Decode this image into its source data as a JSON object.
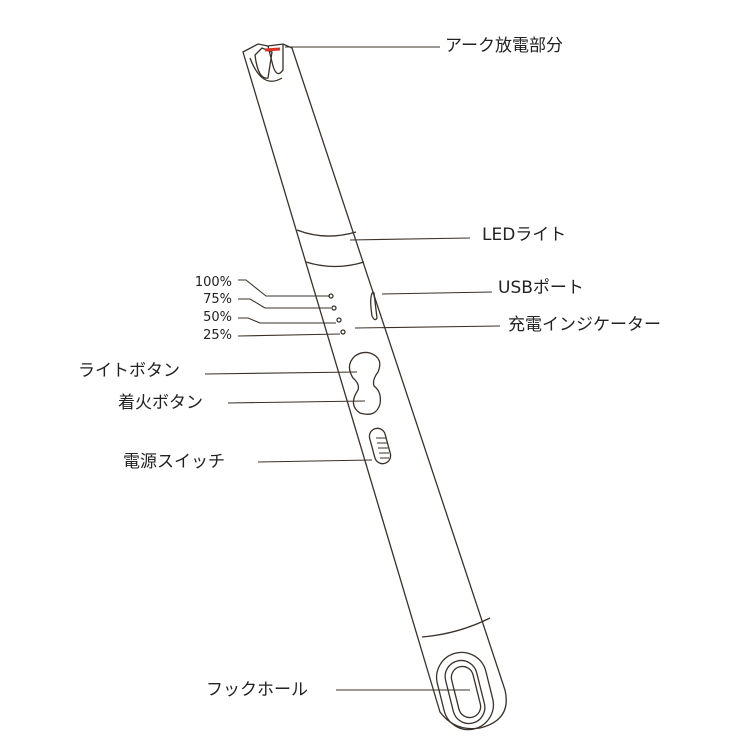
{
  "labels": {
    "arc": "アーク放電部分",
    "led": "LEDライト",
    "usb": "USBポート",
    "indicator": "充電インジケーター",
    "light_button": "ライトボタン",
    "ignition_button": "着火ボタン",
    "power_switch": "電源スイッチ",
    "hook_hole": "フックホール"
  },
  "battery_levels": [
    "100%",
    "75%",
    "50%",
    "25%"
  ],
  "colors": {
    "line": "#3a3128",
    "arc": "#e03020"
  }
}
